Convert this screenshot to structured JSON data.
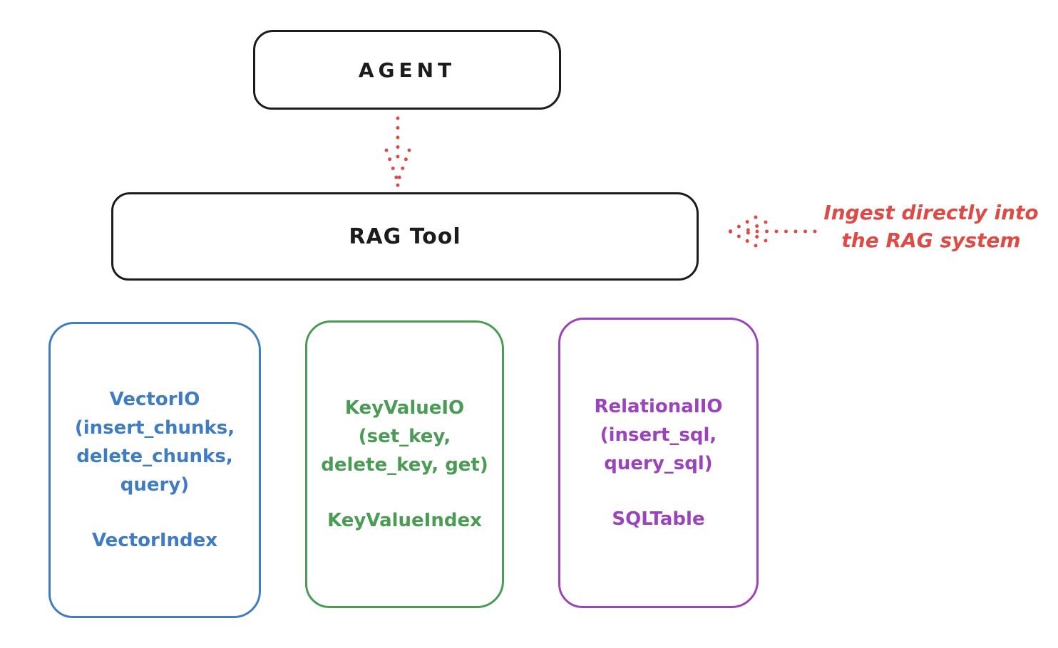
{
  "colors": {
    "ink": "#1c1c1c",
    "red": "#dc4b45",
    "blue": "#3f7cc4",
    "green": "#4a9c55",
    "purple": "#9b42bd"
  },
  "nodes": {
    "agent": {
      "label": "AGENT"
    },
    "rag_tool": {
      "label": "RAG Tool"
    }
  },
  "annotation": {
    "line1": "Ingest directly into",
    "line2": "the RAG system"
  },
  "io_boxes": {
    "vector": {
      "lines": [
        "VectorIO",
        "(insert_chunks,",
        "delete_chunks,",
        "query)"
      ],
      "index": "VectorIndex"
    },
    "keyvalue": {
      "lines": [
        "KeyValueIO",
        "(set_key,",
        "delete_key, get)"
      ],
      "index": "KeyValueIndex"
    },
    "relational": {
      "lines": [
        "RelationalIO",
        "(insert_sql,",
        "query_sql)"
      ],
      "index": "SQLTable"
    }
  }
}
